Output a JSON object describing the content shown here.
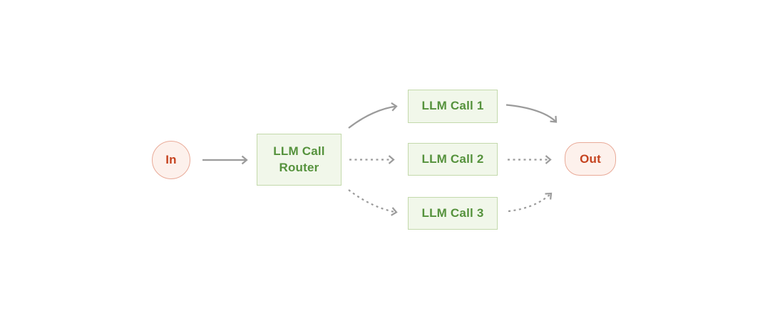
{
  "diagram": {
    "nodes": {
      "in": {
        "label": "In"
      },
      "router": {
        "label": "LLM Call Router"
      },
      "call1": {
        "label": "LLM Call 1"
      },
      "call2": {
        "label": "LLM Call 2"
      },
      "call3": {
        "label": "LLM Call 3"
      },
      "out": {
        "label": "Out"
      }
    },
    "edges": [
      {
        "from": "in",
        "to": "router",
        "style": "solid"
      },
      {
        "from": "router",
        "to": "call1",
        "style": "solid"
      },
      {
        "from": "router",
        "to": "call2",
        "style": "dashed"
      },
      {
        "from": "router",
        "to": "call3",
        "style": "dashed"
      },
      {
        "from": "call1",
        "to": "out",
        "style": "solid"
      },
      {
        "from": "call2",
        "to": "out",
        "style": "dashed"
      },
      {
        "from": "call3",
        "to": "out",
        "style": "dashed"
      }
    ],
    "palette": {
      "background": "#ffffff",
      "box_fill": "#f1f7ea",
      "box_border": "#c3d9ab",
      "box_text": "#55923c",
      "terminal_fill": "#fdf1ec",
      "terminal_border": "#e9aa98",
      "terminal_text": "#c5431f",
      "arrow": "#9b9b9b"
    }
  }
}
